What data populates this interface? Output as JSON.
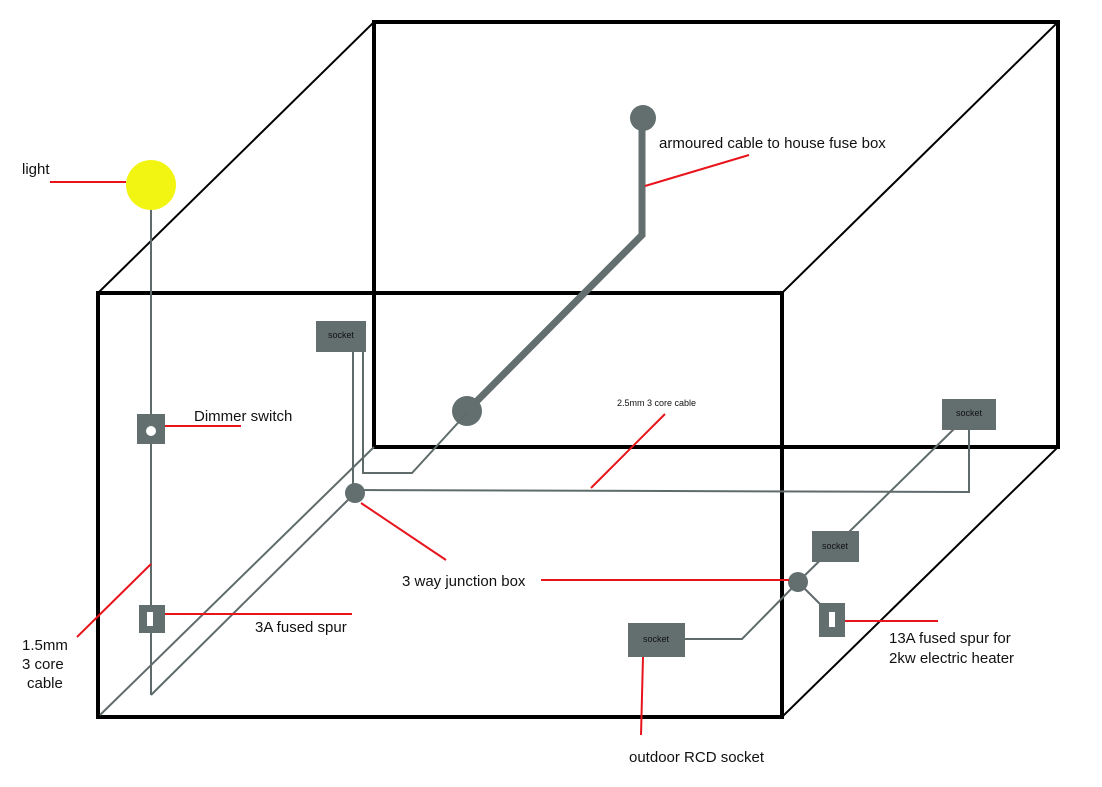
{
  "diagram": {
    "title": "Garden room electrical wiring",
    "colors": {
      "structure": "#000000",
      "cable": "#636f6f",
      "leader": "#e8141c",
      "light": "#f2f512",
      "background": "#ffffff"
    },
    "components": {
      "light": "light",
      "dimmer": "dimmer switch",
      "fused_spur_3a": "3A fused spur",
      "junction_box_1": "3 way junction box",
      "junction_box_2": "3 way junction box",
      "socket_back_left": "socket",
      "socket_back_right": "socket",
      "socket_right_wall": "socket",
      "socket_outdoor": "socket",
      "fused_spur_13a": "13A fused spur",
      "armoured_entry": "armoured cable entry",
      "armoured_gland": "armoured cable gland"
    },
    "labels": {
      "light": "light",
      "armoured": "armoured cable to house fuse box",
      "dimmer": "Dimmer switch",
      "cable_25": "2.5mm 3 core cable",
      "cable_15_line1": "1.5mm",
      "cable_15_line2": "3 core",
      "cable_15_line3": "cable",
      "spur_3a": "3A fused spur",
      "junction": "3 way junction box",
      "spur_13a_line1": "13A fused spur for",
      "spur_13a_line2": "2kw electric heater",
      "outdoor_socket": "outdoor RCD socket"
    },
    "socket_text": "socket"
  }
}
